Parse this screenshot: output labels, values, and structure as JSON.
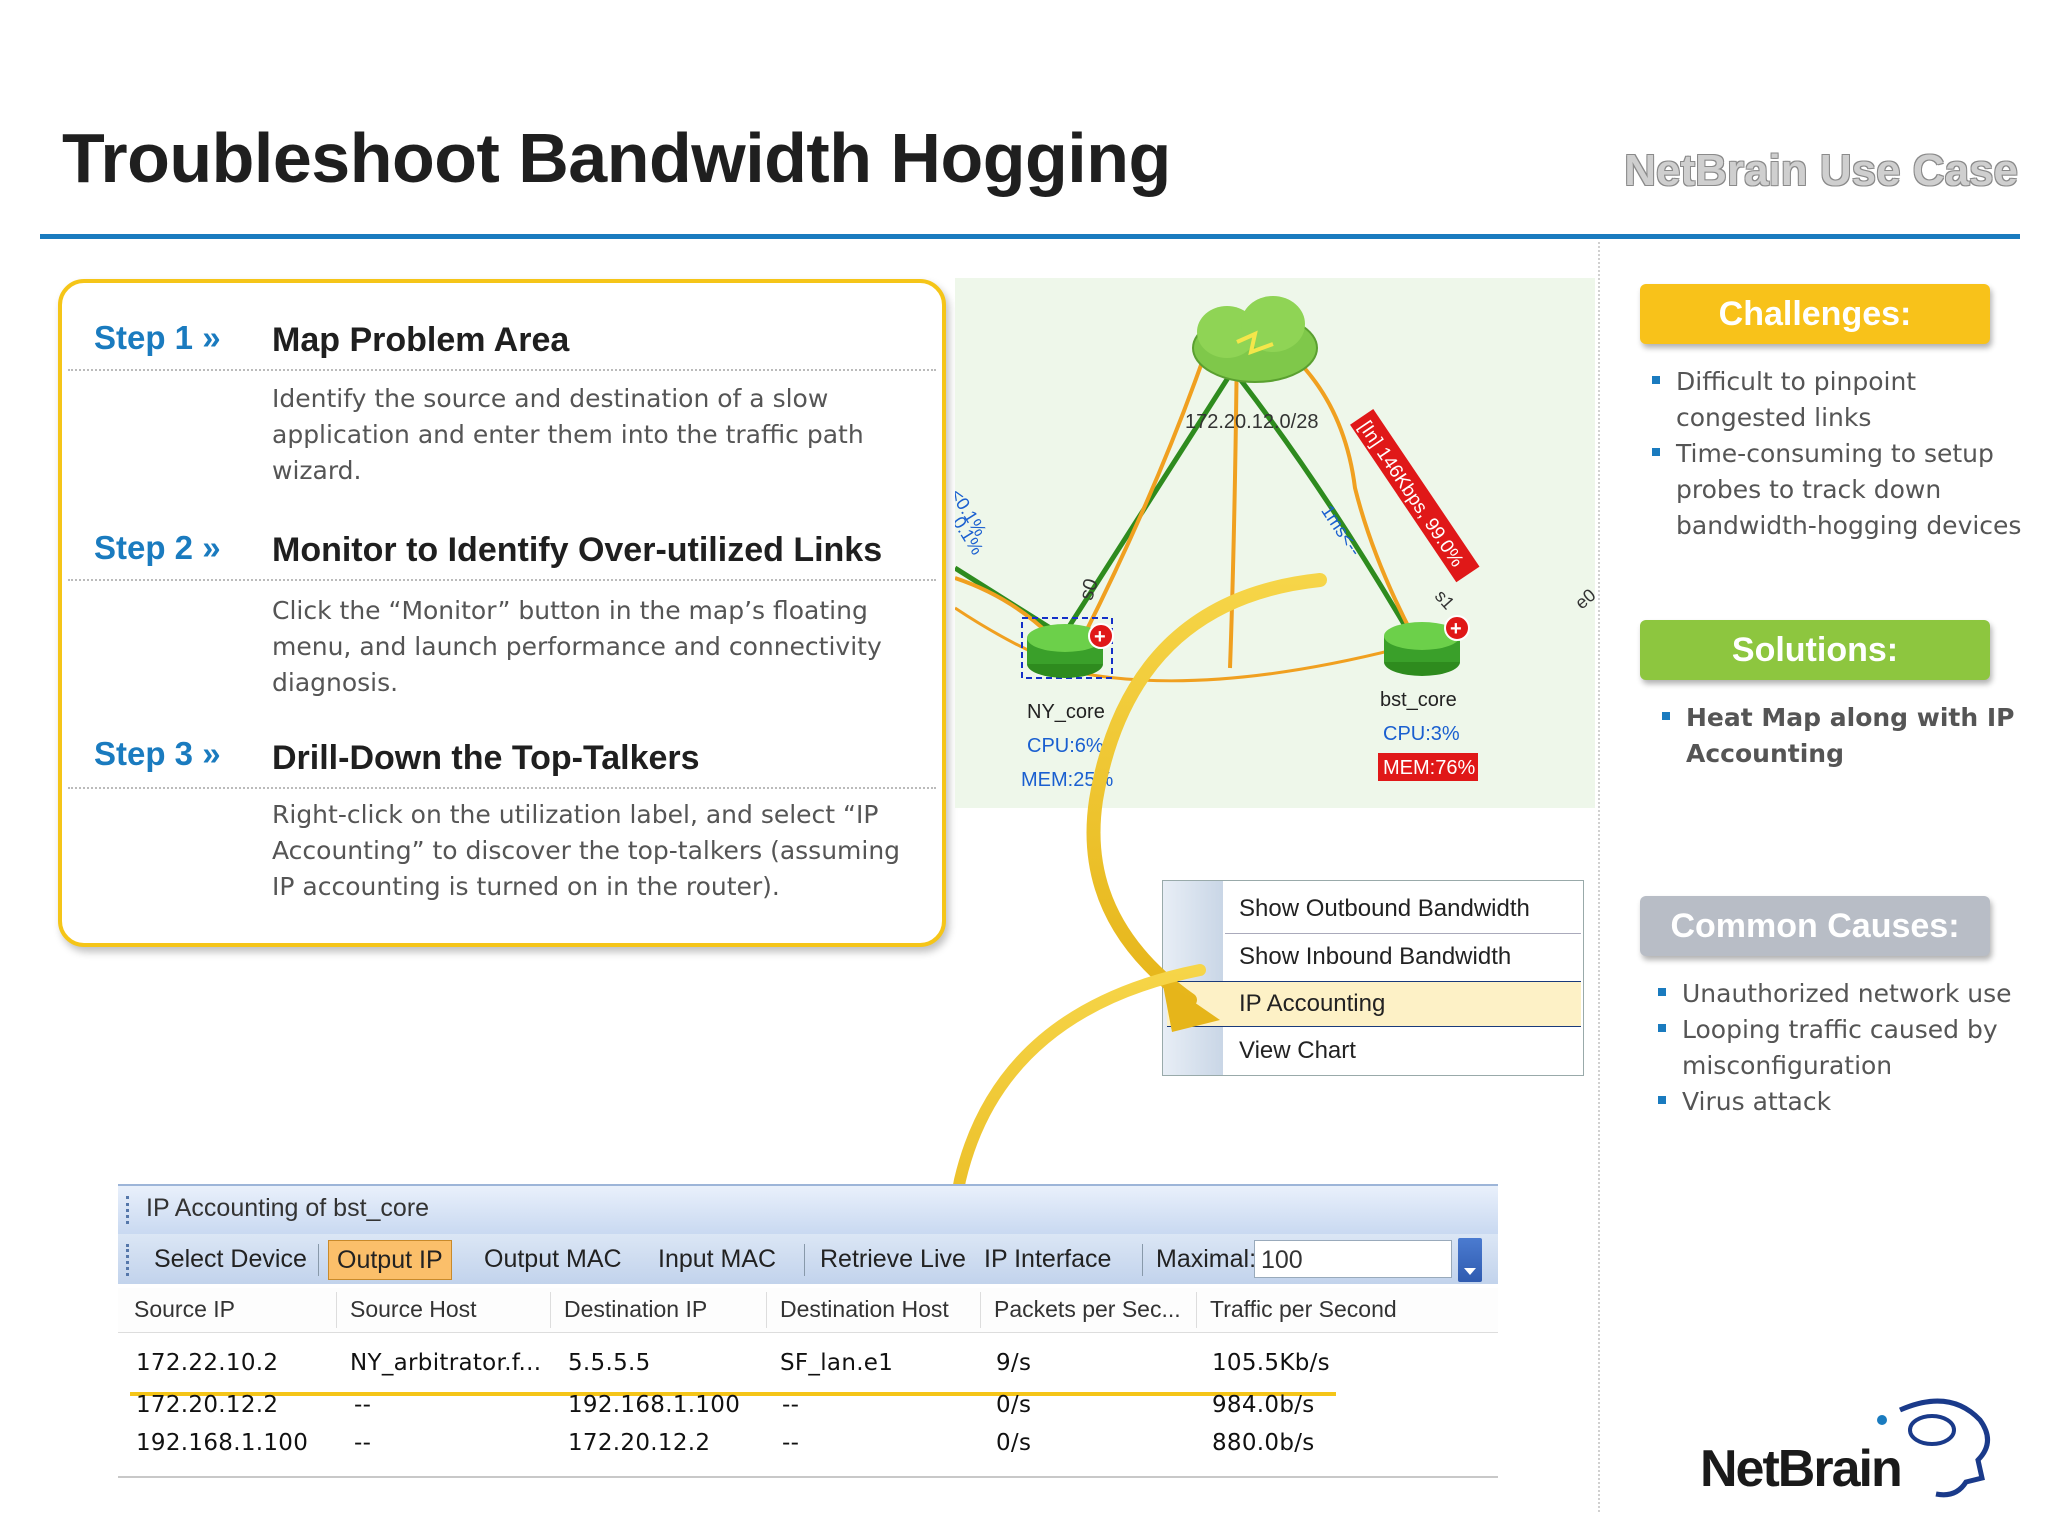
{
  "header": {
    "title": "Troubleshoot Bandwidth Hogging",
    "use_case": "NetBrain Use Case"
  },
  "steps": [
    {
      "label": "Step 1 »",
      "title": "Map Problem Area",
      "description": "Identify the source and destination of a slow application and enter them into  the traffic path wizard."
    },
    {
      "label": "Step 2 »",
      "title": "Monitor to Identify Over-utilized Links",
      "description": "Click the “Monitor” button in the map’s floating menu, and launch performance and connectivity diagnosis."
    },
    {
      "label": "Step 3 »",
      "title": "Drill-Down the Top-Talkers",
      "description": "Right-click on the utilization label, and select “IP Accounting” to discover the top-talkers (assuming IP accounting is turned on in the router)."
    }
  ],
  "network_map": {
    "cloud_label": "172.20.12.0/28",
    "left_labels": [
      "<0.1%",
      "0.1%"
    ],
    "iface_s0": "s0",
    "iface_s1": "s1",
    "iface_e0": "e0",
    "utilization_label": "[In] 146Kbps, 99.0%",
    "latency_label": "1ms<--",
    "nodes": [
      {
        "name": "NY_core",
        "cpu": "CPU:6%",
        "mem": "MEM:25%"
      },
      {
        "name": "bst_core",
        "cpu": "CPU:3%",
        "mem": "MEM:76%"
      }
    ],
    "colors": {
      "link_green": "#2e8b1e",
      "link_orange": "#f0a020",
      "alert_red": "#e01818",
      "metric_blue": "#1a5fd0"
    }
  },
  "context_menu": {
    "items": [
      "Show Outbound Bandwidth",
      "Show Inbound Bandwidth",
      "IP Accounting",
      "View Chart"
    ],
    "selected": "IP Accounting"
  },
  "ip_accounting": {
    "title": "IP Accounting of bst_core",
    "toolbar": {
      "select_device": "Select Device",
      "output_ip": "Output IP",
      "output_mac": "Output MAC",
      "input_mac": "Input MAC",
      "retrieve_live": "Retrieve Live",
      "ip_interface": "IP Interface",
      "maximal_label": "Maximal:",
      "maximal_value": "100"
    },
    "columns": [
      "Source IP",
      "Source Host",
      "Destination IP",
      "Destination Host",
      "Packets per Sec...",
      "Traffic per Second"
    ],
    "rows": [
      [
        "172.22.10.2",
        "NY_arbitrator.f...",
        "5.5.5.5",
        "SF_lan.e1",
        "9/s",
        "105.5Kb/s"
      ],
      [
        "172.20.12.2",
        "--",
        "192.168.1.100",
        "--",
        "0/s",
        "984.0b/s"
      ],
      [
        "192.168.1.100",
        "--",
        "172.20.12.2",
        "--",
        "0/s",
        "880.0b/s"
      ]
    ]
  },
  "challenges": {
    "header": "Challenges:",
    "color": "#f8c21a",
    "items": [
      "Difficult to pinpoint congested links",
      "Time-consuming to setup probes to track down bandwidth-hogging devices"
    ]
  },
  "solutions": {
    "header": "Solutions:",
    "color": "#8dc63f",
    "items": [
      "Heat Map along with IP Accounting"
    ]
  },
  "common_causes": {
    "header": "Common Causes:",
    "color": "#b8bdc6",
    "items": [
      "Unauthorized network use",
      "Looping traffic caused by misconfiguration",
      "Virus attack"
    ]
  },
  "logo": {
    "text": "NetBrain"
  }
}
